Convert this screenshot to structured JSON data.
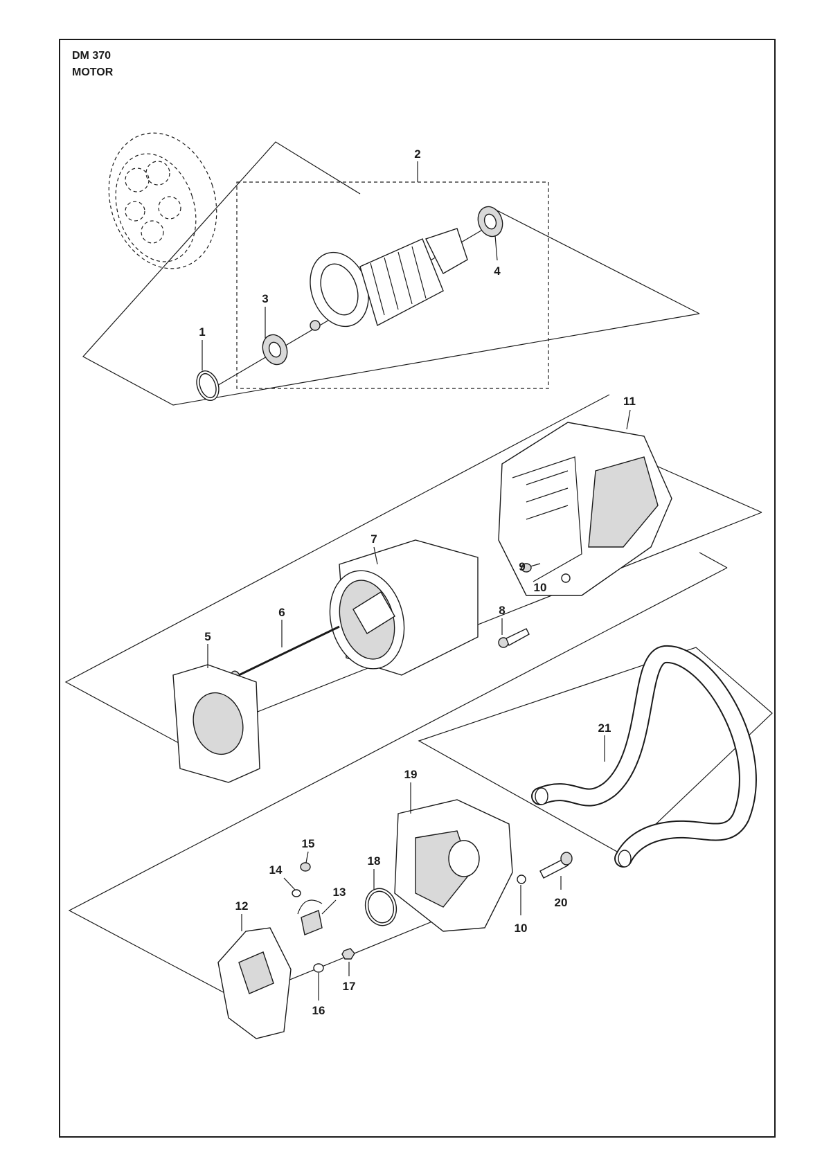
{
  "header": {
    "model": "DM 370",
    "section": "MOTOR"
  },
  "callouts": [
    "1",
    "2",
    "3",
    "4",
    "5",
    "6",
    "7",
    "8",
    "9",
    "10",
    "11",
    "12",
    "13",
    "14",
    "15",
    "16",
    "17",
    "18",
    "19",
    "10",
    "20",
    "21"
  ]
}
